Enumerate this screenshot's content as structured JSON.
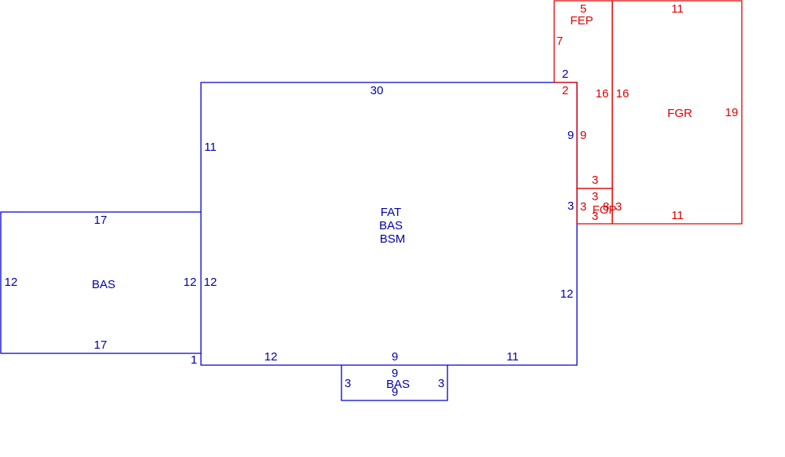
{
  "colors": {
    "main_area": "#0000cc",
    "garage_area": "#e00000"
  },
  "labels": {
    "main": [
      "FAT",
      "BAS",
      "BSM"
    ],
    "left_wing": "BAS",
    "bay": "BAS",
    "garage": "FGR",
    "enclosed_porch": "FEP",
    "open_porch": "FOP"
  },
  "dimensions": {
    "main_top": "30",
    "main_left_upper": "11",
    "main_left_lower": "12",
    "main_right_upper": "9",
    "main_right_mid": "3",
    "main_right_lower": "12",
    "main_bottom_left": "12",
    "main_bottom_mid": "9",
    "main_bottom_right": "11",
    "main_jog": "1",
    "left_top": "17",
    "left_bottom": "17",
    "left_left": "12",
    "left_right": "12",
    "bay_top": "9",
    "bay_bottom": "9",
    "bay_left": "3",
    "bay_right": "3",
    "fep_top": "5",
    "fep_left": "7",
    "fep_step_blue": "2",
    "fep_step_red": "2",
    "fep_right": "16",
    "fep_lower_right_side": "9",
    "fgr_top": "11",
    "fgr_left": "16",
    "fgr_right": "19",
    "fgr_bottom": "11",
    "fop_top": "3",
    "fop_top_inner": "3",
    "fop_left": "3",
    "fop_mid": "8",
    "fop_right": "3",
    "fop_bottom": "3"
  }
}
